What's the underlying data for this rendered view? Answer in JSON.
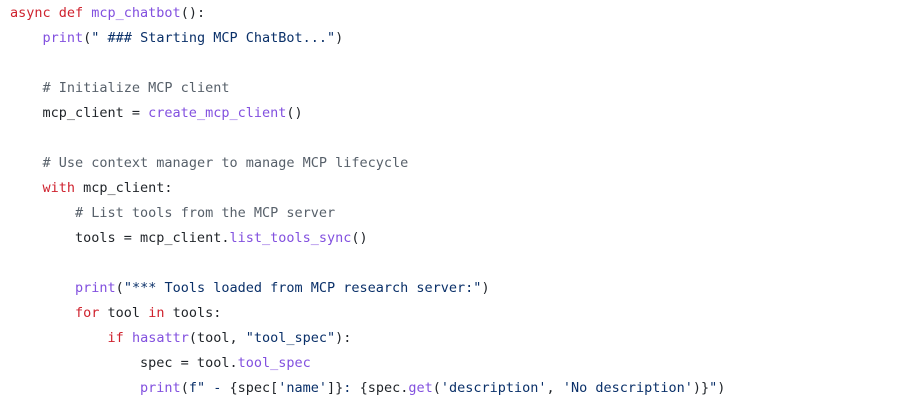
{
  "colors": {
    "keyword": "#cf222e",
    "function": "#8250df",
    "string": "#0a3069",
    "comment": "#57606a",
    "plain": "#1f2328",
    "background": "#ffffff"
  },
  "code": {
    "language": "python",
    "lines": [
      [
        {
          "t": "async",
          "k": "kw"
        },
        {
          "t": " def ",
          "k": "kw"
        },
        {
          "t": "mcp_chatbot",
          "k": "fn"
        },
        {
          "t": "():",
          "k": "plain"
        }
      ],
      [
        {
          "t": "    ",
          "k": "plain"
        },
        {
          "t": "print",
          "k": "fn"
        },
        {
          "t": "(",
          "k": "plain"
        },
        {
          "t": "\" ### Starting MCP ChatBot...\"",
          "k": "str"
        },
        {
          "t": ")",
          "k": "plain"
        }
      ],
      [],
      [
        {
          "t": "    ",
          "k": "plain"
        },
        {
          "t": "# Initialize MCP client",
          "k": "cmt"
        }
      ],
      [
        {
          "t": "    mcp_client = ",
          "k": "plain"
        },
        {
          "t": "create_mcp_client",
          "k": "fn"
        },
        {
          "t": "()",
          "k": "plain"
        }
      ],
      [],
      [
        {
          "t": "    ",
          "k": "plain"
        },
        {
          "t": "# Use context manager to manage MCP lifecycle",
          "k": "cmt"
        }
      ],
      [
        {
          "t": "    ",
          "k": "plain"
        },
        {
          "t": "with",
          "k": "kw"
        },
        {
          "t": " mcp_client:",
          "k": "plain"
        }
      ],
      [
        {
          "t": "        ",
          "k": "plain"
        },
        {
          "t": "# List tools from the MCP server",
          "k": "cmt"
        }
      ],
      [
        {
          "t": "        tools = mcp_client.",
          "k": "plain"
        },
        {
          "t": "list_tools_sync",
          "k": "fn"
        },
        {
          "t": "()",
          "k": "plain"
        }
      ],
      [],
      [
        {
          "t": "        ",
          "k": "plain"
        },
        {
          "t": "print",
          "k": "fn"
        },
        {
          "t": "(",
          "k": "plain"
        },
        {
          "t": "\"*** Tools loaded from MCP research server:\"",
          "k": "str"
        },
        {
          "t": ")",
          "k": "plain"
        }
      ],
      [
        {
          "t": "        ",
          "k": "plain"
        },
        {
          "t": "for",
          "k": "kw"
        },
        {
          "t": " tool ",
          "k": "plain"
        },
        {
          "t": "in",
          "k": "kw"
        },
        {
          "t": " tools:",
          "k": "plain"
        }
      ],
      [
        {
          "t": "            ",
          "k": "plain"
        },
        {
          "t": "if",
          "k": "kw"
        },
        {
          "t": " ",
          "k": "plain"
        },
        {
          "t": "hasattr",
          "k": "fn"
        },
        {
          "t": "(tool, ",
          "k": "plain"
        },
        {
          "t": "\"tool_spec\"",
          "k": "str"
        },
        {
          "t": "):",
          "k": "plain"
        }
      ],
      [
        {
          "t": "                spec = tool.",
          "k": "plain"
        },
        {
          "t": "tool_spec",
          "k": "fn"
        }
      ],
      [
        {
          "t": "                ",
          "k": "plain"
        },
        {
          "t": "print",
          "k": "fn"
        },
        {
          "t": "(",
          "k": "plain"
        },
        {
          "t": "f\" - ",
          "k": "str"
        },
        {
          "t": "{spec[",
          "k": "plain"
        },
        {
          "t": "'name'",
          "k": "str"
        },
        {
          "t": "]}",
          "k": "plain"
        },
        {
          "t": ": ",
          "k": "str"
        },
        {
          "t": "{spec.",
          "k": "plain"
        },
        {
          "t": "get",
          "k": "fn"
        },
        {
          "t": "(",
          "k": "plain"
        },
        {
          "t": "'description'",
          "k": "str"
        },
        {
          "t": ", ",
          "k": "plain"
        },
        {
          "t": "'No description'",
          "k": "str"
        },
        {
          "t": ")}",
          "k": "plain"
        },
        {
          "t": "\"",
          "k": "str"
        },
        {
          "t": ")",
          "k": "plain"
        }
      ]
    ]
  }
}
